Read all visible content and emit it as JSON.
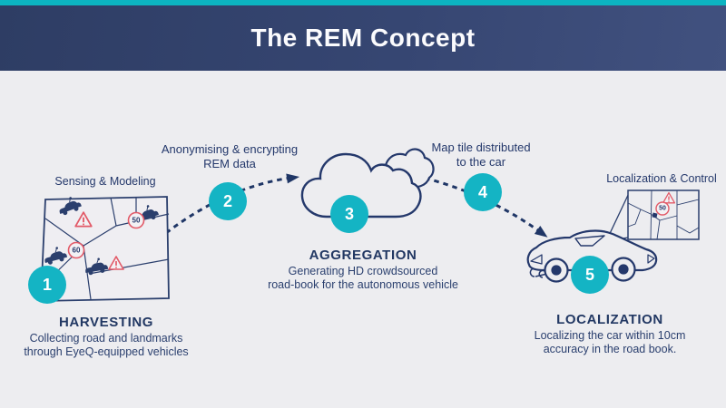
{
  "header": {
    "title": "The REM Concept"
  },
  "colors": {
    "accent_teal": "#0cb4c1",
    "step_circle_teal": "#14b4c4",
    "header_blue": "#344672",
    "navy_text": "#24386b",
    "line_navy": "#2b3f6d",
    "warning_red": "#e25a68",
    "background": "#ededf0"
  },
  "steps": [
    {
      "num": "1"
    },
    {
      "num": "2"
    },
    {
      "num": "3"
    },
    {
      "num": "4"
    },
    {
      "num": "5"
    }
  ],
  "stages": {
    "harvesting": {
      "title": "HARVESTING",
      "desc_line1": "Collecting road and landmarks",
      "desc_line2": "through EyeQ-equipped vehicles"
    },
    "aggregation": {
      "title": "AGGREGATION",
      "desc_line1": "Generating HD crowdsourced",
      "desc_line2": "road-book for the autonomous vehicle"
    },
    "localization": {
      "title": "LOCALIZATION",
      "desc_line1": "Localizing the car within 10cm",
      "desc_line2": "accuracy in the road book."
    }
  },
  "annotations": {
    "sensing_modeling": "Sensing & Modeling",
    "anonymising_line1": "Anonymising & encrypting",
    "anonymising_line2": "REM data",
    "map_tile_line1": "Map tile distributed",
    "map_tile_line2": "to the car",
    "localization_control": "Localization & Control"
  },
  "signs": {
    "speed_50": "50",
    "speed_60": "60",
    "inset_speed": "50"
  }
}
